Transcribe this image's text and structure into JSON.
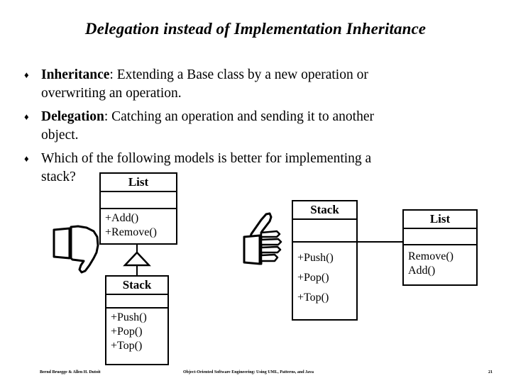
{
  "slide": {
    "title": "Delegation instead of Implementation Inheritance",
    "bullet_glyph": "♦",
    "bullets": [
      {
        "term": "Inheritance",
        "rest": ": Extending a Base class by a new operation or",
        "line2": "overwriting an operation."
      },
      {
        "term": "Delegation",
        "rest": ": Catching an operation and sending it to another",
        "line2": "object."
      },
      {
        "term": "",
        "rest": "Which of the following models is better for implementing a",
        "line2": "stack?"
      }
    ]
  },
  "diagram": {
    "inheritance_model": {
      "verdict_icon": "thumbs-down-icon",
      "relation": "generalization",
      "superclass": {
        "name": "List",
        "attributes": [],
        "operations": [
          "+Add()",
          "+Remove()"
        ]
      },
      "subclass": {
        "name": "Stack",
        "attributes": [],
        "operations": [
          "+Push()",
          "+Pop()",
          "+Top()"
        ]
      }
    },
    "delegation_model": {
      "verdict_icon": "thumbs-up-icon",
      "relation": "association",
      "client": {
        "name": "Stack",
        "attributes": [],
        "operations": [
          "+Push()",
          "+Pop()",
          "+Top()"
        ]
      },
      "supplier": {
        "name": "List",
        "attributes": [],
        "operations": [
          "Remove()",
          "Add()"
        ]
      }
    }
  },
  "footer": {
    "authors": "Bernd Bruegge & Allen H. Dutoit",
    "book_title": "Object-Oriented Software Engineering: Using UML, Patterns, and Java",
    "page": "21"
  },
  "colors": {
    "background": "#ffffff",
    "ink": "#000000"
  }
}
